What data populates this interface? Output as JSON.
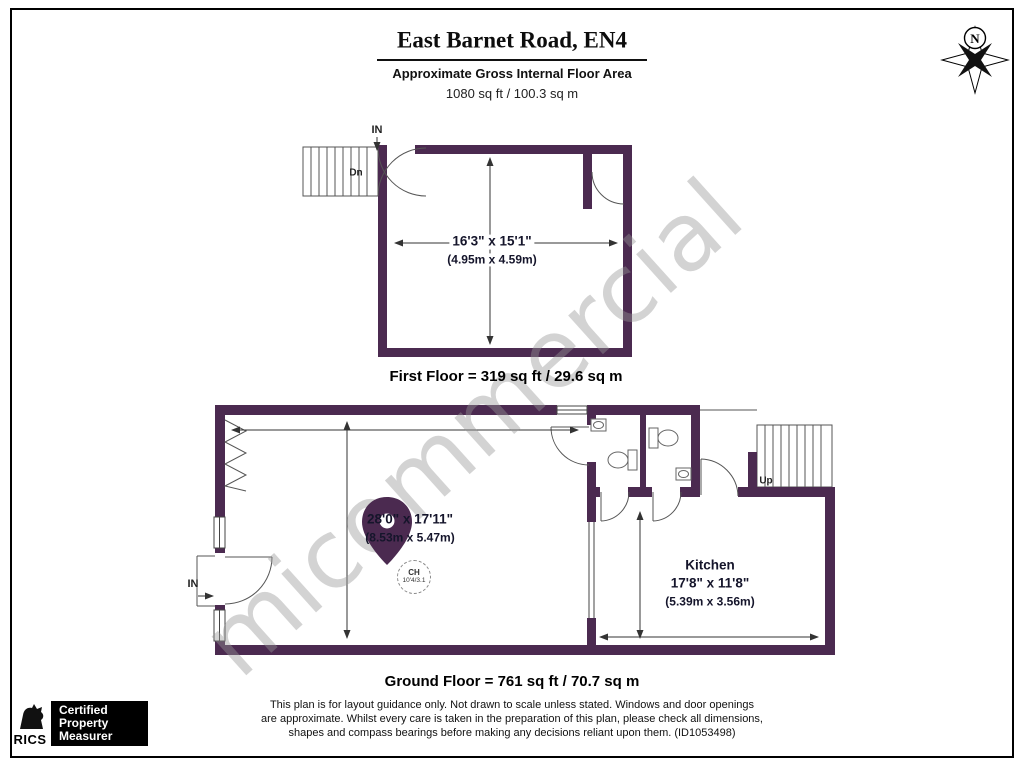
{
  "header": {
    "title": "East Barnet Road, EN4",
    "subtitle": "Approximate Gross Internal Floor Area",
    "total_area": "1080 sq ft / 100.3 sq m"
  },
  "compass": {
    "north_label": "N"
  },
  "first_floor": {
    "entrance_label": "IN",
    "stairs_label": "Dn",
    "room_dims": "16'3\" x 15'1\"",
    "room_dims_metric": "(4.95m x 4.59m)",
    "caption": "First Floor  = 319 sq ft / 29.6 sq m"
  },
  "ground_floor": {
    "entrance_label": "IN",
    "stairs_label": "Up",
    "room_dims": "28'0\" x 17'11\"",
    "room_dims_metric": "(8.53m x 5.47m)",
    "ceiling_marker": {
      "label": "CH",
      "value": "10'4/3.1"
    },
    "kitchen": {
      "name": "Kitchen",
      "dims": "17'8\" x 11'8\"",
      "dims_metric": "(5.39m x 3.56m)"
    },
    "caption": "Ground Floor  = 761 sq ft / 70.7 sq m"
  },
  "watermark": "micommercial",
  "footer": {
    "disclaimer_line1": "This plan is for layout guidance only. Not drawn to scale unless stated. Windows and door openings",
    "disclaimer_line2": "are approximate. Whilst every care is taken in the preparation of this plan, please check all dimensions,",
    "disclaimer_line3": "shapes and compass bearings before making any decisions reliant upon them. (ID1053498)",
    "rics_label": "RICS",
    "certification": {
      "line1": "Certified",
      "line2": "Property",
      "line3": "Measurer"
    }
  },
  "colors": {
    "wall": "#4b2a50",
    "watermark": "#969696"
  }
}
